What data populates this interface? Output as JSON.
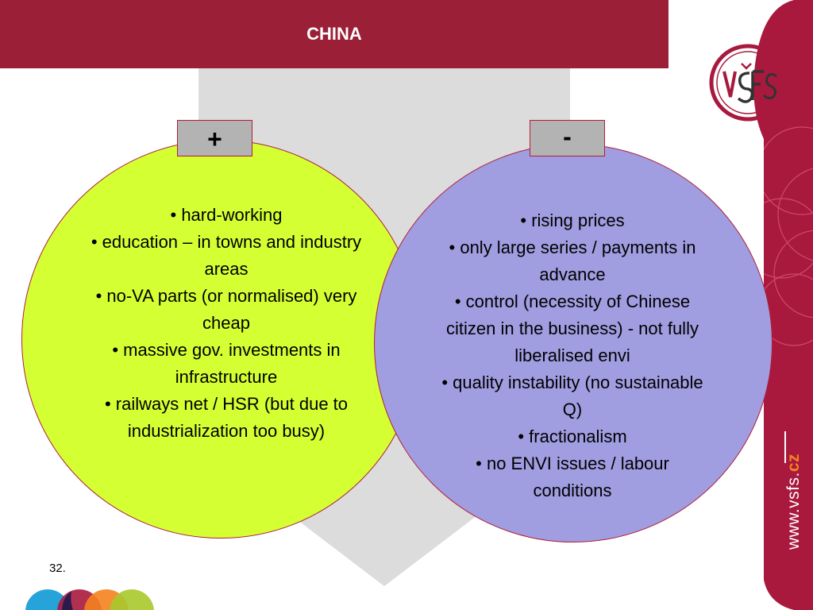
{
  "slide": {
    "title": "CHINA",
    "page_number": "32.",
    "plus_sign": "+",
    "minus_sign": "-"
  },
  "pros": [
    "• hard-working",
    "• education – in towns and industry areas",
    "• no-VA parts (or normalised) very cheap",
    "• massive gov. investments in infrastructure",
    "• railways net / HSR (but due to industrialization too busy)"
  ],
  "cons": [
    "• rising prices",
    "• only large series / payments in advance",
    "• control (necessity of Chinese citizen in the business) - not fully liberalised envi",
    "• quality instability (no sustainable Q)",
    "• fractionalism",
    "• no ENVI issues / labour conditions"
  ],
  "branding": {
    "logo_text": "VŠFS",
    "website_prefix": "www.vsfs.",
    "website_suffix": "cz"
  },
  "colors": {
    "accent": "#9b1f37",
    "pros_circle": "#d4ff33",
    "cons_circle": "#a09de1",
    "sign_box": "#b3b3b3",
    "website_suffix": "#f58220"
  }
}
